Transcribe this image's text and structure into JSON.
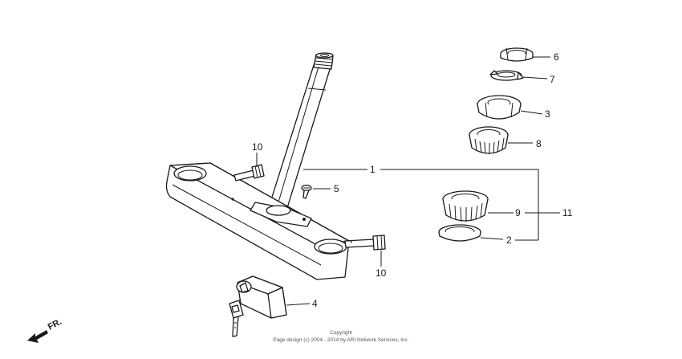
{
  "diagram": {
    "callouts": [
      {
        "id": "c1",
        "text": "1"
      },
      {
        "id": "c2",
        "text": "2"
      },
      {
        "id": "c3",
        "text": "3"
      },
      {
        "id": "c4",
        "text": "4"
      },
      {
        "id": "c5",
        "text": "5"
      },
      {
        "id": "c6",
        "text": "6"
      },
      {
        "id": "c7",
        "text": "7"
      },
      {
        "id": "c8",
        "text": "8"
      },
      {
        "id": "c9",
        "text": "9"
      },
      {
        "id": "c10a",
        "text": "10"
      },
      {
        "id": "c10b",
        "text": "10"
      },
      {
        "id": "c11",
        "text": "11"
      }
    ],
    "direction_label": "FR.",
    "copyright_line1": "Copyright",
    "copyright_line2": "Page design (c) 2004 - 2014 by ARI Network Services, Inc."
  },
  "colors": {
    "line": "#1a1a1a",
    "background": "#ffffff"
  }
}
